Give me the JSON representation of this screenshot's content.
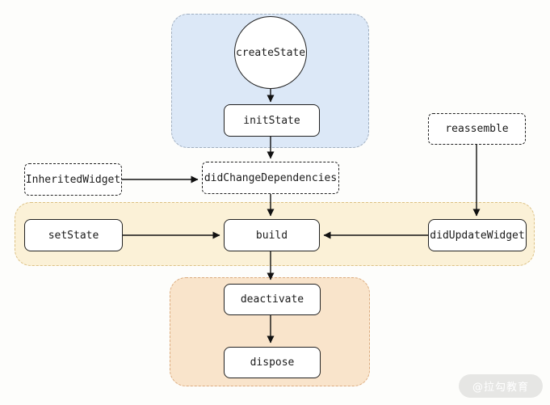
{
  "diagram": {
    "title_hint": "Flutter State lifecycle flow diagram",
    "nodes": {
      "create_state": {
        "label": "createState"
      },
      "init_state": {
        "label": "initState"
      },
      "reassemble": {
        "label": "reassemble"
      },
      "inherited_widget": {
        "label": "InheritedWidget"
      },
      "did_change_dependencies": {
        "label": "didChangeDependencies"
      },
      "set_state": {
        "label": "setState"
      },
      "build": {
        "label": "build"
      },
      "did_update_widget": {
        "label": "didUpdateWidget"
      },
      "deactivate": {
        "label": "deactivate"
      },
      "dispose": {
        "label": "dispose"
      }
    },
    "edges": [
      {
        "from": "createState",
        "to": "initState"
      },
      {
        "from": "initState",
        "to": "didChangeDependencies"
      },
      {
        "from": "InheritedWidget",
        "to": "didChangeDependencies"
      },
      {
        "from": "didChangeDependencies",
        "to": "build"
      },
      {
        "from": "reassemble",
        "to": "didUpdateWidget"
      },
      {
        "from": "setState",
        "to": "build"
      },
      {
        "from": "didUpdateWidget",
        "to": "build"
      },
      {
        "from": "build",
        "to": "deactivate"
      },
      {
        "from": "deactivate",
        "to": "dispose"
      }
    ],
    "colors": {
      "init_group_fill": "#dce8f7",
      "init_group_border": "#a0aebf",
      "update_group_fill": "#fbf1d7",
      "update_group_border": "#dcc184",
      "destroy_group_fill": "#f9e4cb",
      "destroy_group_border": "#dcab7e",
      "node_fill": "#ffffff",
      "node_border": "#222222",
      "arrow": "#111111"
    }
  },
  "watermark": {
    "label": "@拉勾教育"
  }
}
